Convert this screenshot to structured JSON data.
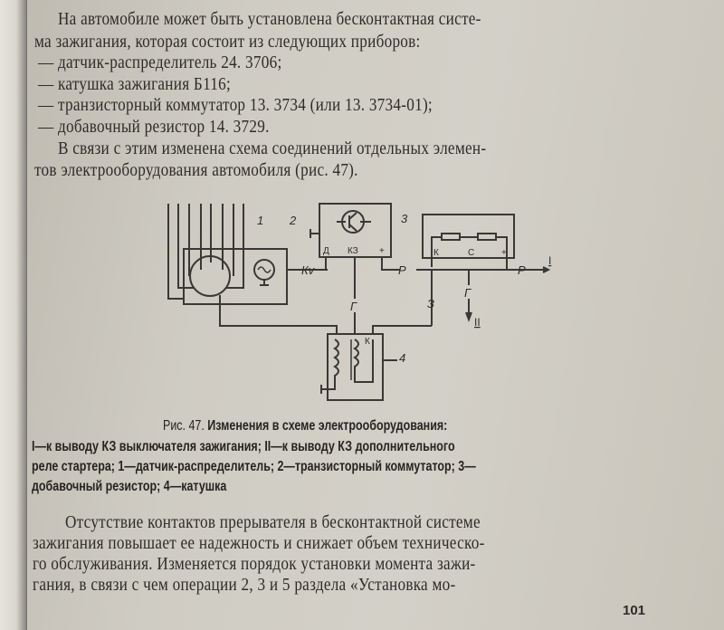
{
  "intro": {
    "lines": [
      "На автомобиле может быть установлена бесконтактная систе-",
      "ма зажигания, которая состоит из следующих приборов:",
      "— датчик-распределитель 24. 3706;",
      "— катушка зажигания Б116;",
      "— транзисторный коммутатор 13. 3734 (или 13. 3734-01);",
      "— добавочный резистор 14. 3729.",
      "В связи с этим изменена схема соединений отдельных элемен-",
      "тов электрооборудования автомобиля (рис. 47)."
    ]
  },
  "figure": {
    "labels": {
      "n1": "1",
      "n2": "2",
      "n3": "3",
      "n4": "4",
      "d": "Д",
      "kz": "КЗ",
      "plus": "+",
      "k": "К",
      "c": "С",
      "plus2": "+",
      "kv": "Кv",
      "p1": "Р",
      "p2": "Р",
      "wire3": "З",
      "wireg": "Г",
      "wireg2": "Г",
      "coil_k": "К",
      "I": "I",
      "II": "II"
    },
    "caption_prefix": "Рис. 47.",
    "caption_title": "Изменения в схеме электрооборудования:",
    "caption_lines": [
      "I—к выводу КЗ  выключателя  зажигания; II—к  выводу КЗ дополнительного",
      "реле стартера;  1—датчик-распределитель;  2—транзисторный коммутатор; 3—",
      "добавочный резистор; 4—катушка"
    ]
  },
  "body": {
    "lines": [
      "Отсутствие контактов прерывателя  в бесконтактной системе",
      "зажигания повышает ее надежность и снижает объем техническо-",
      "го обслуживания. Изменяется порядок  установки момента зажи-",
      "гания, в связи с чем операции 2, 3 и 5 раздела  «Установка мо-"
    ]
  },
  "page_number": "101"
}
